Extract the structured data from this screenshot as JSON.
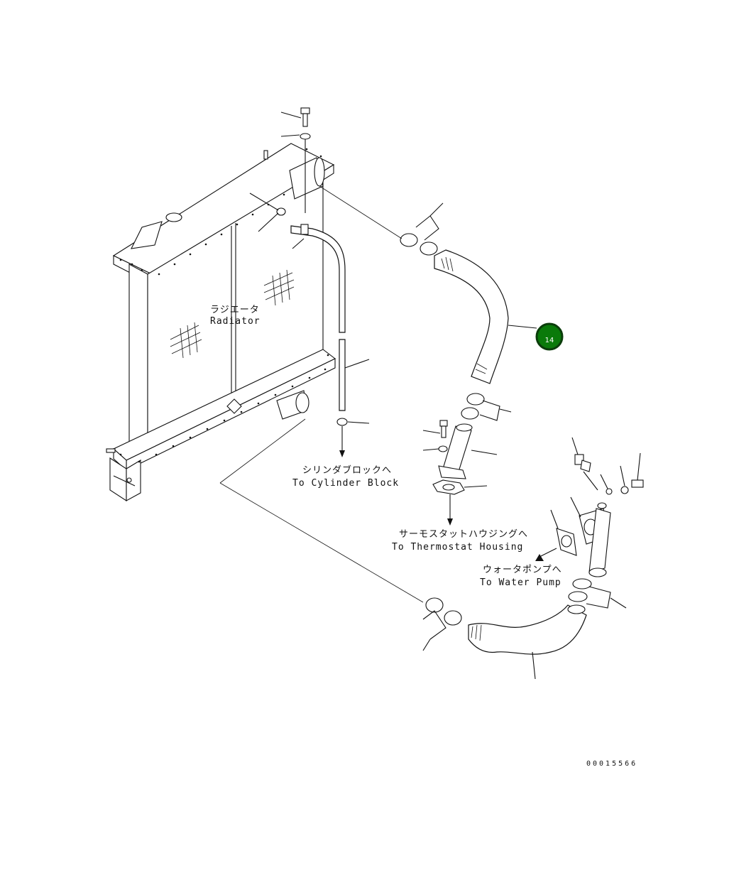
{
  "labels": {
    "radiator_jp": "ラジエータ",
    "radiator_en": "Radiator",
    "cylinder_jp": "シリンダブロックへ",
    "cylinder_en": "To Cylinder Block",
    "thermostat_jp": "サーモスタットハウジングへ",
    "thermostat_en": "To Thermostat Housing",
    "waterpump_jp": "ウォータポンプへ",
    "waterpump_en": "To Water Pump"
  },
  "callout": {
    "number": "14",
    "color": "#0a7a0a",
    "border": "#0b3d0b"
  },
  "drawing_code": "00015566"
}
